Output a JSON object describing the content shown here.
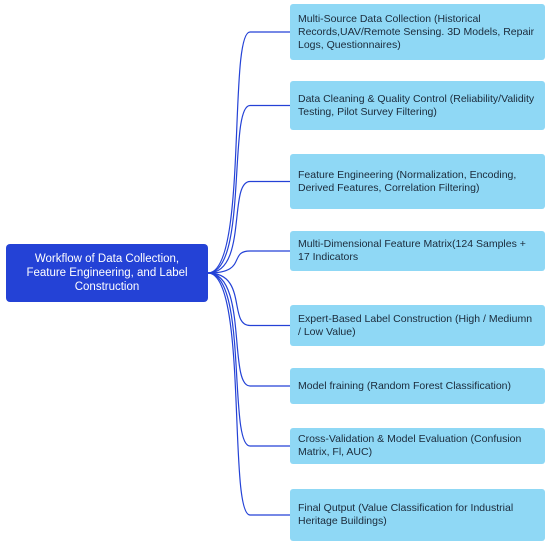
{
  "root": {
    "label": "Workflow of Data Collection, Feature Engineering, and Label Construction"
  },
  "steps": [
    {
      "label": "Multi-Source Data Collection (Historical Records,UAV/Remote Sensing. 3D Models, Repair Logs, Questionnaires)"
    },
    {
      "label": "Data Cleaning & Quality Control (Reliability/Validity Testing, Pilot Survey Filtering)"
    },
    {
      "label": "Feature Engineering (Normalization, Encoding, Derived Features, Correlation Filtering)"
    },
    {
      "label": "Multi-Dimensional Feature Matrix(124 Samples + 17 Indicators"
    },
    {
      "label": "Expert-Based Label Construction (High / Mediumn / Low Value)"
    },
    {
      "label": "Model fraining (Random Forest Classification)"
    },
    {
      "label": "Cross-Validation & Model Evaluation (Confusion Matrix, Fl, AUC)"
    },
    {
      "label": "Final Qutput (Value Classification for Industrial Heritage Buildings)"
    }
  ],
  "colors": {
    "root_fill": "#2442d6",
    "step_fill": "#8fd8f5",
    "connector": "#2442d6"
  }
}
